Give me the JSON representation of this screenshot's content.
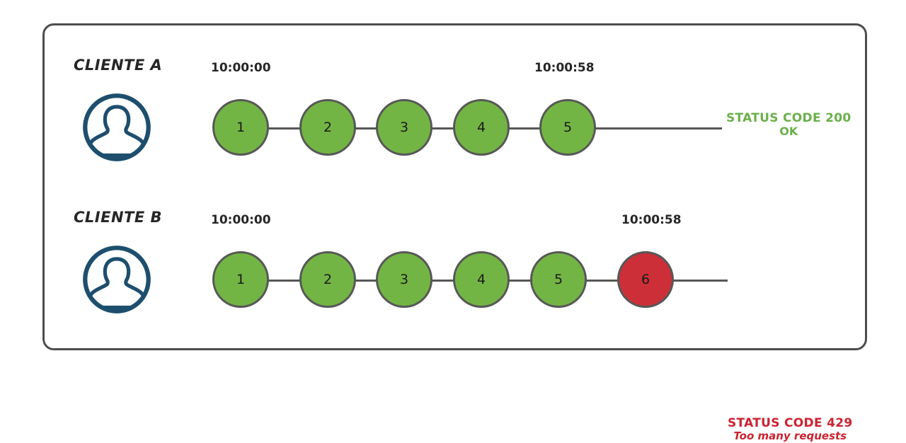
{
  "diagram": {
    "title": "Rate limiting per-client request timeline",
    "frame_border_color": "#4d4d4d",
    "node_green": "#73b544",
    "node_red": "#cc2f38",
    "node_border": "#575757",
    "avatar_color": "#1d4e6e",
    "status_ok_color": "#6ab04a",
    "status_error_color": "#cc2230"
  },
  "rows": [
    {
      "client_label": "CLIENTE A",
      "avatar_icon": "user-avatar-icon",
      "timestamp_start": "10:00:00",
      "timestamp_end": "10:00:58",
      "nodes": [
        {
          "label": "1",
          "state": "ok"
        },
        {
          "label": "2",
          "state": "ok"
        },
        {
          "label": "3",
          "state": "ok"
        },
        {
          "label": "4",
          "state": "ok"
        },
        {
          "label": "5",
          "state": "ok"
        }
      ],
      "status": {
        "line1": "STATUS CODE 200",
        "line2": "OK",
        "kind": "ok"
      }
    },
    {
      "client_label": "CLIENTE B",
      "avatar_icon": "user-avatar-icon",
      "timestamp_start": "10:00:00",
      "timestamp_end": "10:00:58",
      "nodes": [
        {
          "label": "1",
          "state": "ok"
        },
        {
          "label": "2",
          "state": "ok"
        },
        {
          "label": "3",
          "state": "ok"
        },
        {
          "label": "4",
          "state": "ok"
        },
        {
          "label": "5",
          "state": "ok"
        },
        {
          "label": "6",
          "state": "error"
        }
      ],
      "status": {
        "line1": "STATUS CODE 429",
        "line2": "Too many requests",
        "kind": "error"
      }
    }
  ]
}
